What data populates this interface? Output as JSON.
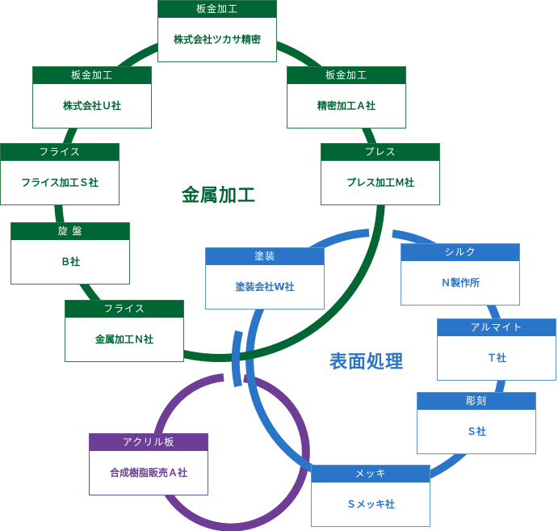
{
  "groups": {
    "metal": {
      "title": "金属加工",
      "color": "#006633"
    },
    "surface": {
      "title": "表面処理",
      "color": "#2b75c8"
    },
    "acrylic": {
      "color": "#6e3d96"
    }
  },
  "nodes": {
    "tsukasa": {
      "category": "板金加工",
      "company": "株式会社ツカサ精密"
    },
    "u": {
      "category": "板金加工",
      "company": "株式会社Ｕ社"
    },
    "a_precision": {
      "category": "板金加工",
      "company": "精密加工Ａ社"
    },
    "s_milling": {
      "category": "フライス",
      "company": "フライス加工Ｓ社"
    },
    "m_press": {
      "category": "プレス",
      "company": "プレス加工Ｍ社"
    },
    "b_lathe": {
      "category": "旋 盤",
      "company": "Ｂ社"
    },
    "n_metal": {
      "category": "フライス",
      "company": "金属加工Ｎ社"
    },
    "w_paint": {
      "category": "塗装",
      "company": "塗装会社W社"
    },
    "n_silk": {
      "category": "シルク",
      "company": "Ｎ製作所"
    },
    "t_alumite": {
      "category": "アルマイト",
      "company": "Ｔ社"
    },
    "s_engrave": {
      "category": "彫刻",
      "company": "Ｓ社"
    },
    "s_plating": {
      "category": "メッキ",
      "company": "Ｓメッキ社"
    },
    "a_acrylic": {
      "category": "アクリル板",
      "company": "合成樹脂販売Ａ社"
    }
  }
}
